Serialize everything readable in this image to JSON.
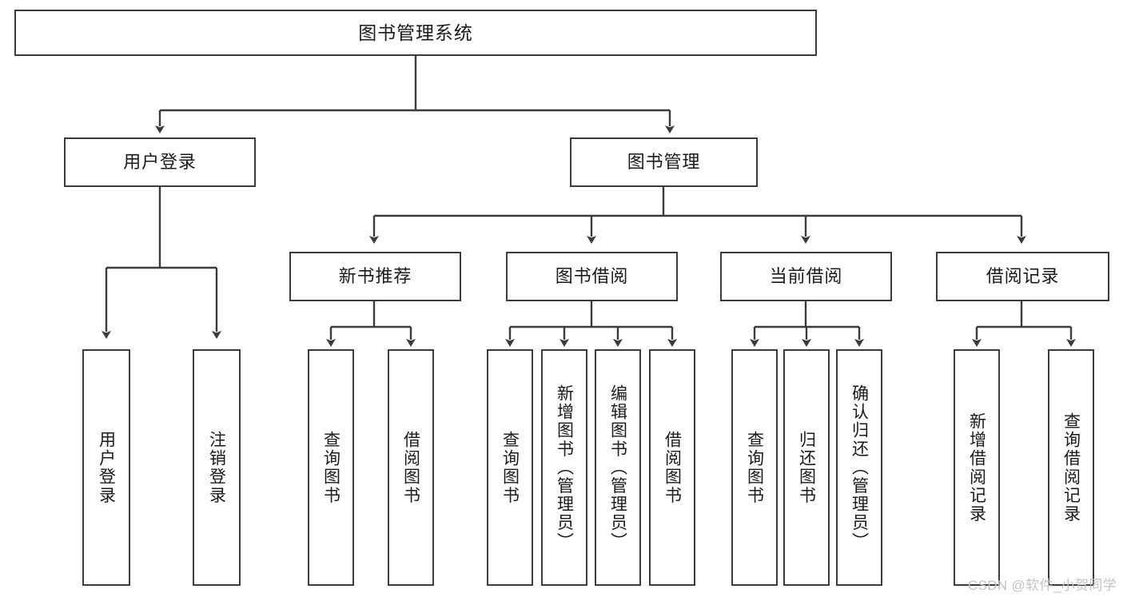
{
  "diagram": {
    "title": "图书管理系统",
    "type": "tree",
    "watermark": "CSDN @软件_小贺同学",
    "colors": {
      "stroke": "#3b3b3b",
      "fill": "#ffffff",
      "text": "#1a1a1a",
      "watermark": "#c3c3c3"
    },
    "root": {
      "label": "图书管理系统"
    },
    "level2": [
      {
        "label": "用户登录"
      },
      {
        "label": "图书管理"
      }
    ],
    "level3": [
      {
        "label": "新书推荐"
      },
      {
        "label": "图书借阅"
      },
      {
        "label": "当前借阅"
      },
      {
        "label": "借阅记录"
      }
    ],
    "leaves": {
      "user_login": [
        {
          "label": "用户登录"
        },
        {
          "label": "注销登录"
        }
      ],
      "new_book": [
        {
          "label": "查询图书"
        },
        {
          "label": "借阅图书"
        }
      ],
      "book_borrow": [
        {
          "label": "查询图书"
        },
        {
          "label": "新增图书（管理员）"
        },
        {
          "label": "编辑图书（管理员）"
        },
        {
          "label": "借阅图书"
        }
      ],
      "current_borrow": [
        {
          "label": "查询图书"
        },
        {
          "label": "归还图书"
        },
        {
          "label": "确认归还（管理员）"
        }
      ],
      "borrow_record": [
        {
          "label": "新增借阅记录"
        },
        {
          "label": "查询借阅记录"
        }
      ]
    }
  }
}
